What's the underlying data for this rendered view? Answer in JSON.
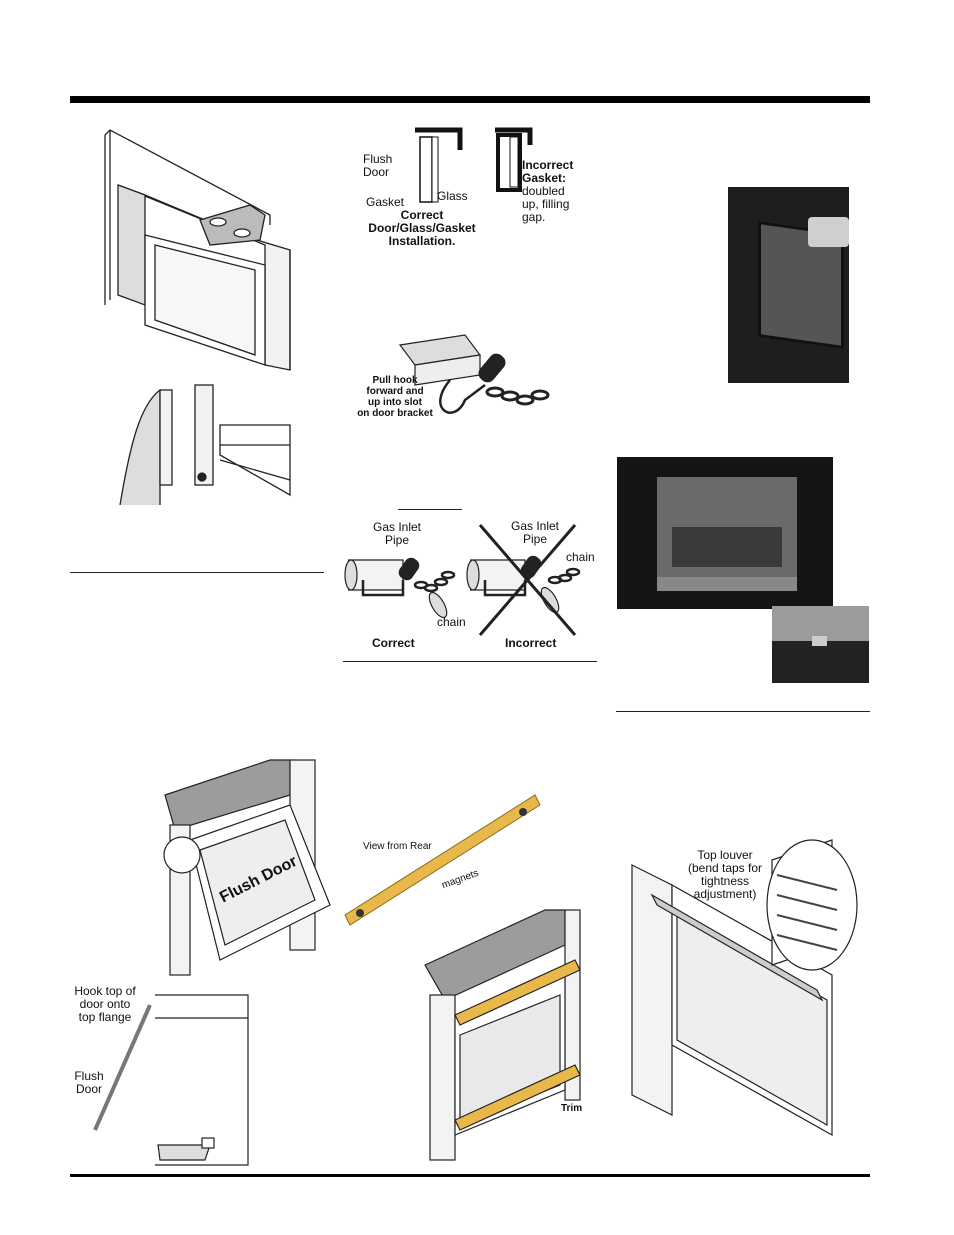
{
  "labels": {
    "flush_door": "Flush\nDoor",
    "gasket": "Gasket",
    "glass": "Glass",
    "correct_install": "Correct\nDoor/Glass/Gasket\nInstallation.",
    "incorrect_gasket_title": "Incorrect\nGasket:",
    "incorrect_gasket_desc": "doubled\nup, filling\ngap.",
    "pull_hook": "Pull hook\nforward and\nup into slot\non door bracket",
    "gas_inlet_left": "Gas Inlet\nPipe",
    "gas_inlet_right": "Gas Inlet\nPipe",
    "chain_left": "chain",
    "chain_right": "chain",
    "correct": "Correct",
    "incorrect": "Incorrect",
    "flush_door_panel": "Flush Door",
    "hook_top": "Hook top of\ndoor onto\ntop flange",
    "flush_door_side": "Flush\nDoor",
    "view_from_rear": "View from Rear",
    "magnets": "magnets",
    "trim": "Trim",
    "top_louver": "Top louver\n(bend taps for\ntightness\nadjustment)"
  },
  "colors": {
    "trim_wood": "#e8b84a",
    "photo_dark": "#2b2b2b",
    "line": "#222222"
  }
}
